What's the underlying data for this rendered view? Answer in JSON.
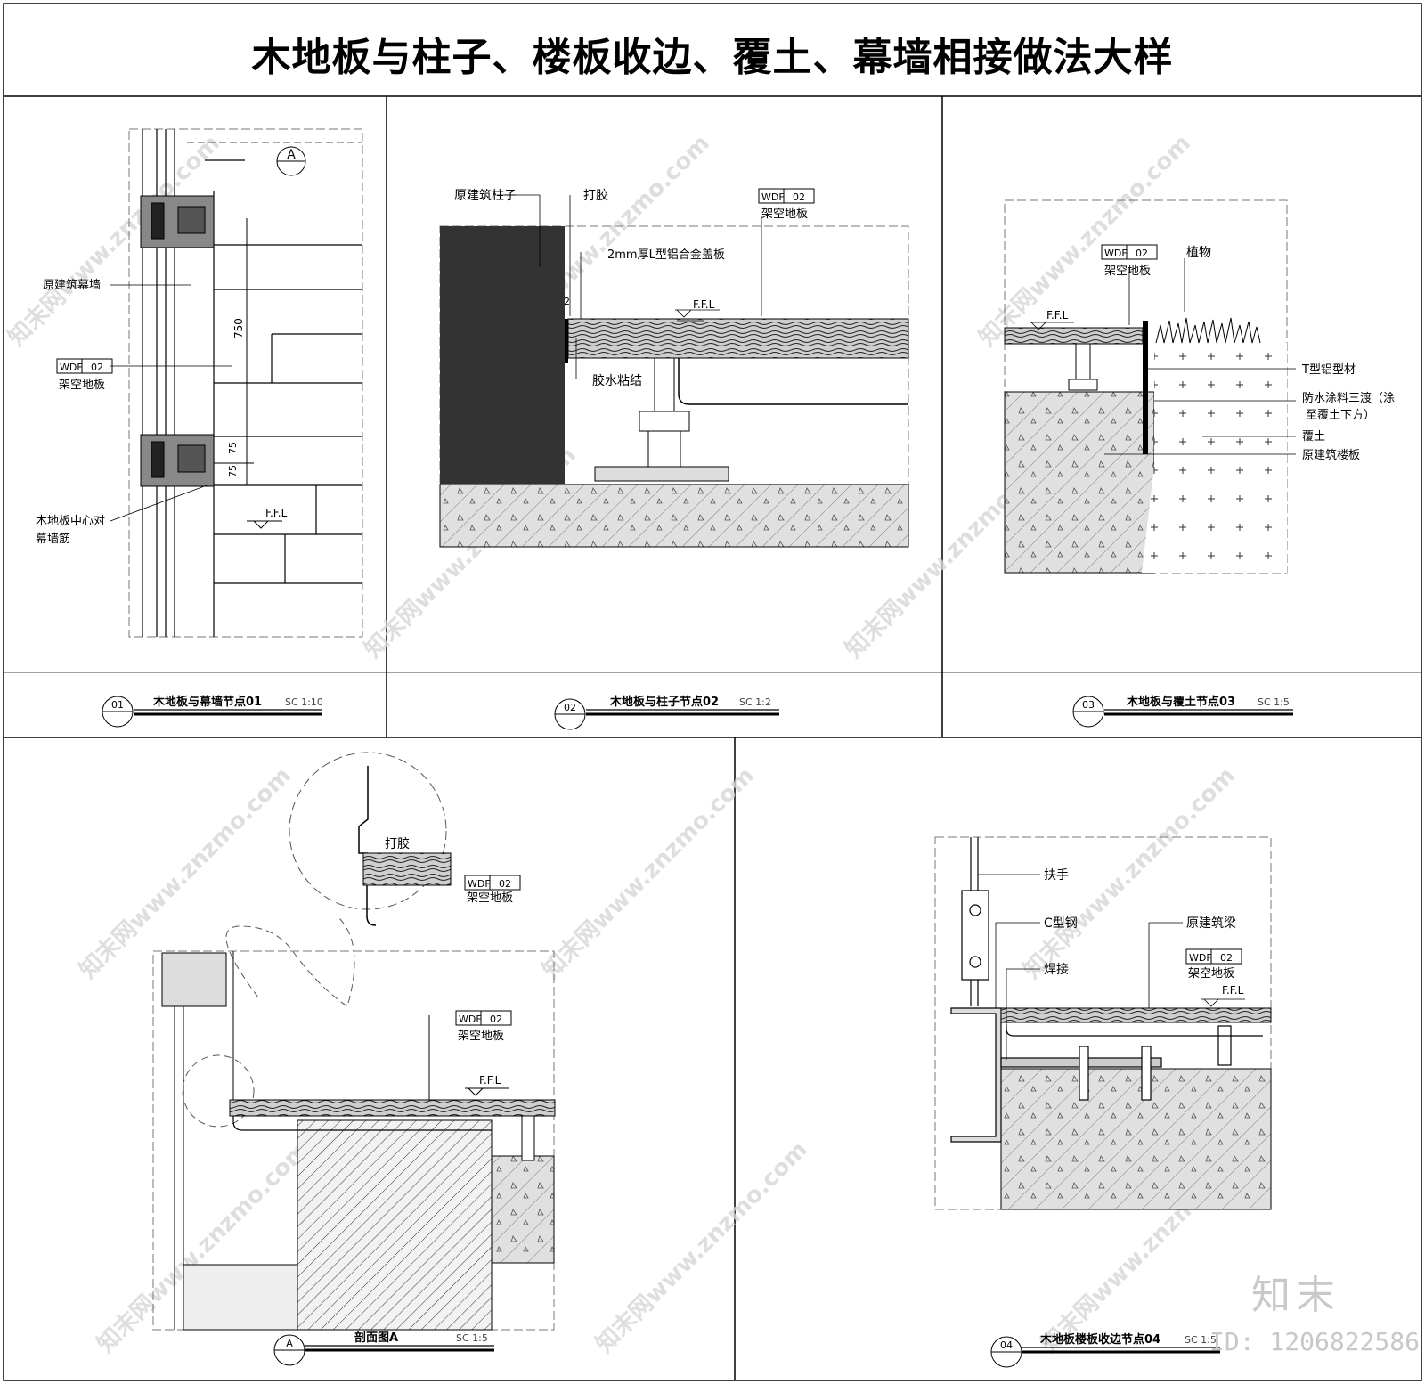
{
  "title": "木地板与柱子、楼板收边、覆土、幕墙相接做法大样",
  "tag": {
    "code": "WDF",
    "num": "02"
  },
  "ffl": "F.F.L",
  "panels": {
    "p1": {
      "caption": "木地板与幕墙节点01",
      "scale": "SC 1:10",
      "marker": "01",
      "section_mark": "A",
      "labels": {
        "curtain_wall": "原建筑幕墙",
        "raised_floor": "架空地板",
        "center_a": "木地板中心对",
        "center_b": "幕墙筋"
      },
      "dims": [
        "750",
        "75",
        "75"
      ]
    },
    "p2": {
      "caption": "木地板与柱子节点02",
      "scale": "SC 1:2",
      "marker": "02",
      "labels": {
        "column": "原建筑柱子",
        "sealant": "打胶",
        "raised_floor": "架空地板",
        "cover_plate": "2mm厚L型铝合金盖板",
        "glue": "胶水粘结",
        "dim": "2"
      }
    },
    "p3": {
      "caption": "木地板与覆土节点03",
      "scale": "SC 1:5",
      "marker": "03",
      "labels": {
        "raised_floor": "架空地板",
        "plants": "植物",
        "t_profile": "T型铝型材",
        "waterproof_a": "防水涂料三渡（涂",
        "waterproof_b": "至覆土下方）",
        "soil": "覆土",
        "slab": "原建筑楼板"
      }
    },
    "pA": {
      "caption": "剖面图A",
      "scale": "SC 1:5",
      "marker": "A",
      "labels": {
        "sealant": "打胶",
        "raised_floor_detail": "架空地板",
        "raised_floor": "架空地板"
      }
    },
    "p4": {
      "caption": "木地板楼板收边节点04",
      "scale": "SC 1:5",
      "marker": "04",
      "labels": {
        "handrail": "扶手",
        "c_steel": "C型钢",
        "beam": "原建筑梁",
        "weld": "焊接",
        "raised_floor": "架空地板"
      }
    }
  },
  "watermarks": {
    "brand": "知末",
    "id": "ID: 1206822586",
    "diagonal": "知末网www.znzmo.com"
  }
}
